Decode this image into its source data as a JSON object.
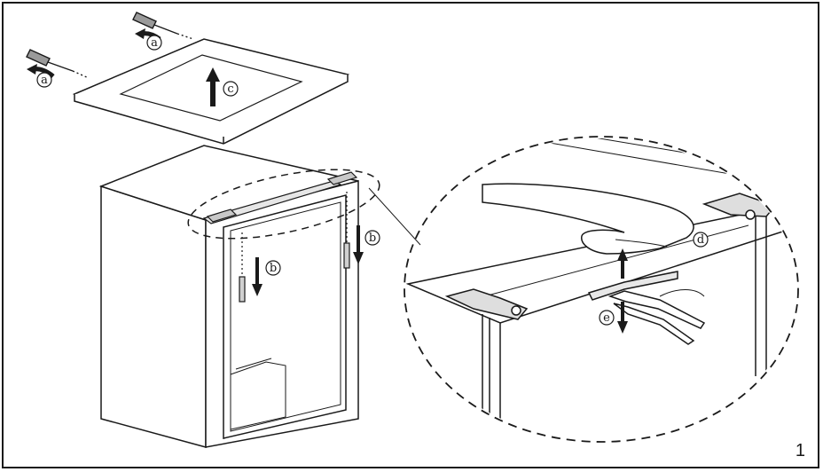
{
  "figure": {
    "number": "1",
    "callouts": {
      "a": "a",
      "b": "b",
      "c": "c",
      "d": "d",
      "e": "e"
    },
    "colors": {
      "ink": "#1a1a1a",
      "paper": "#ffffff",
      "shade": "#dcdcdc"
    }
  }
}
